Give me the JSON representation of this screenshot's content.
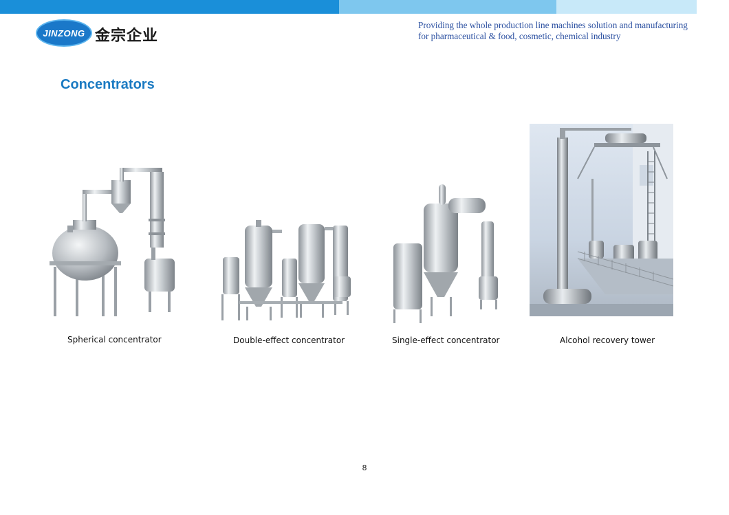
{
  "header": {
    "logo_text": "JINZONG",
    "logo_cn": "金宗企业",
    "tagline_line1": "Providing the whole production line machines solution and manufacturing",
    "tagline_line2": "for pharmaceutical & food, cosmetic, chemical industry"
  },
  "page": {
    "title": "Concentrators",
    "page_number": "8"
  },
  "products": [
    {
      "caption": "Spherical concentrator",
      "image": "spherical-concentrator-photo"
    },
    {
      "caption": "Double-effect concentrator",
      "image": "double-effect-concentrator-photo"
    },
    {
      "caption": "Single-effect concentrator",
      "image": "single-effect-concentrator-photo"
    },
    {
      "caption": "Alcohol recovery tower",
      "image": "alcohol-recovery-tower-photo"
    }
  ],
  "colors": {
    "header_bar_dark": "#1a8fd9",
    "header_bar_mid": "#7ec7ee",
    "header_bar_light": "#c8e9f9",
    "title": "#1a7ac2",
    "tagline": "#2a4fa0"
  }
}
